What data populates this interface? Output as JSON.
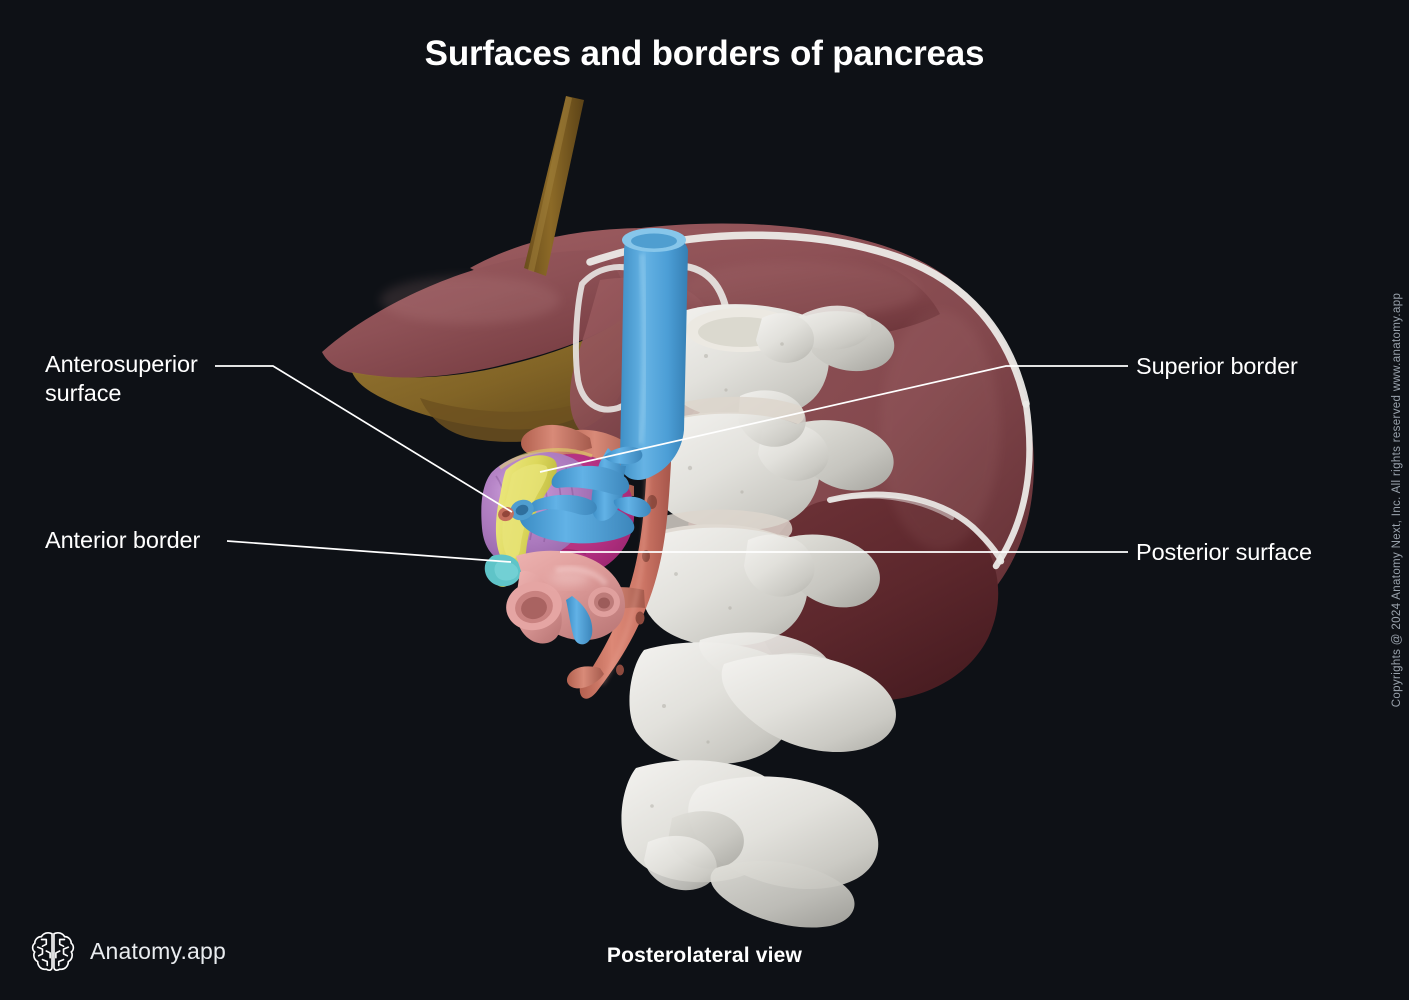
{
  "page": {
    "title": "Surfaces and borders of pancreas",
    "view_caption": "Posterolateral view",
    "background_color": "#0e1116"
  },
  "brand": {
    "icon": "brain-icon",
    "label": "Anatomy.app"
  },
  "copyright": {
    "text": "Copyrights @ 2024 Anatomy Next, Inc. All rights reserved www.anatomy.app"
  },
  "labels": [
    {
      "id": "anterosuperior-surface",
      "text": "Anterosuperior\nsurface",
      "side": "left",
      "structure": "pancreas-anterosuperior-surface",
      "color": "#ffffff"
    },
    {
      "id": "anterior-border",
      "text": "Anterior border",
      "side": "left",
      "structure": "pancreas-anterior-border",
      "color": "#ffffff"
    },
    {
      "id": "superior-border",
      "text": "Superior border",
      "side": "right",
      "structure": "pancreas-superior-border",
      "color": "#ffffff"
    },
    {
      "id": "posterior-surface",
      "text": "Posterior surface",
      "side": "right",
      "structure": "pancreas-posterior-surface",
      "color": "#ffffff"
    }
  ],
  "structure_colors": {
    "liver": "#8f5257",
    "liver_shadow": "#5e2b30",
    "liver_lobe_tan": "#8d6c2e",
    "falciform_ligament": "#7a5a22",
    "ligament_white": "#e8e6e4",
    "vertebrae": "#e3e3df",
    "vertebrae_shadow": "#c2c2bd",
    "aorta": "#d07868",
    "inferior_vena_cava": "#5aa9dd",
    "portal_vessels": "#4f9fd4",
    "duodenum": "#e2a0a0",
    "pancreas_anterosuperior": "#b07ec0",
    "pancreas_anterior_border": "#e3df62",
    "pancreas_posterior": "#b0307f",
    "pancreas_inferior": "#5fc4c8"
  }
}
